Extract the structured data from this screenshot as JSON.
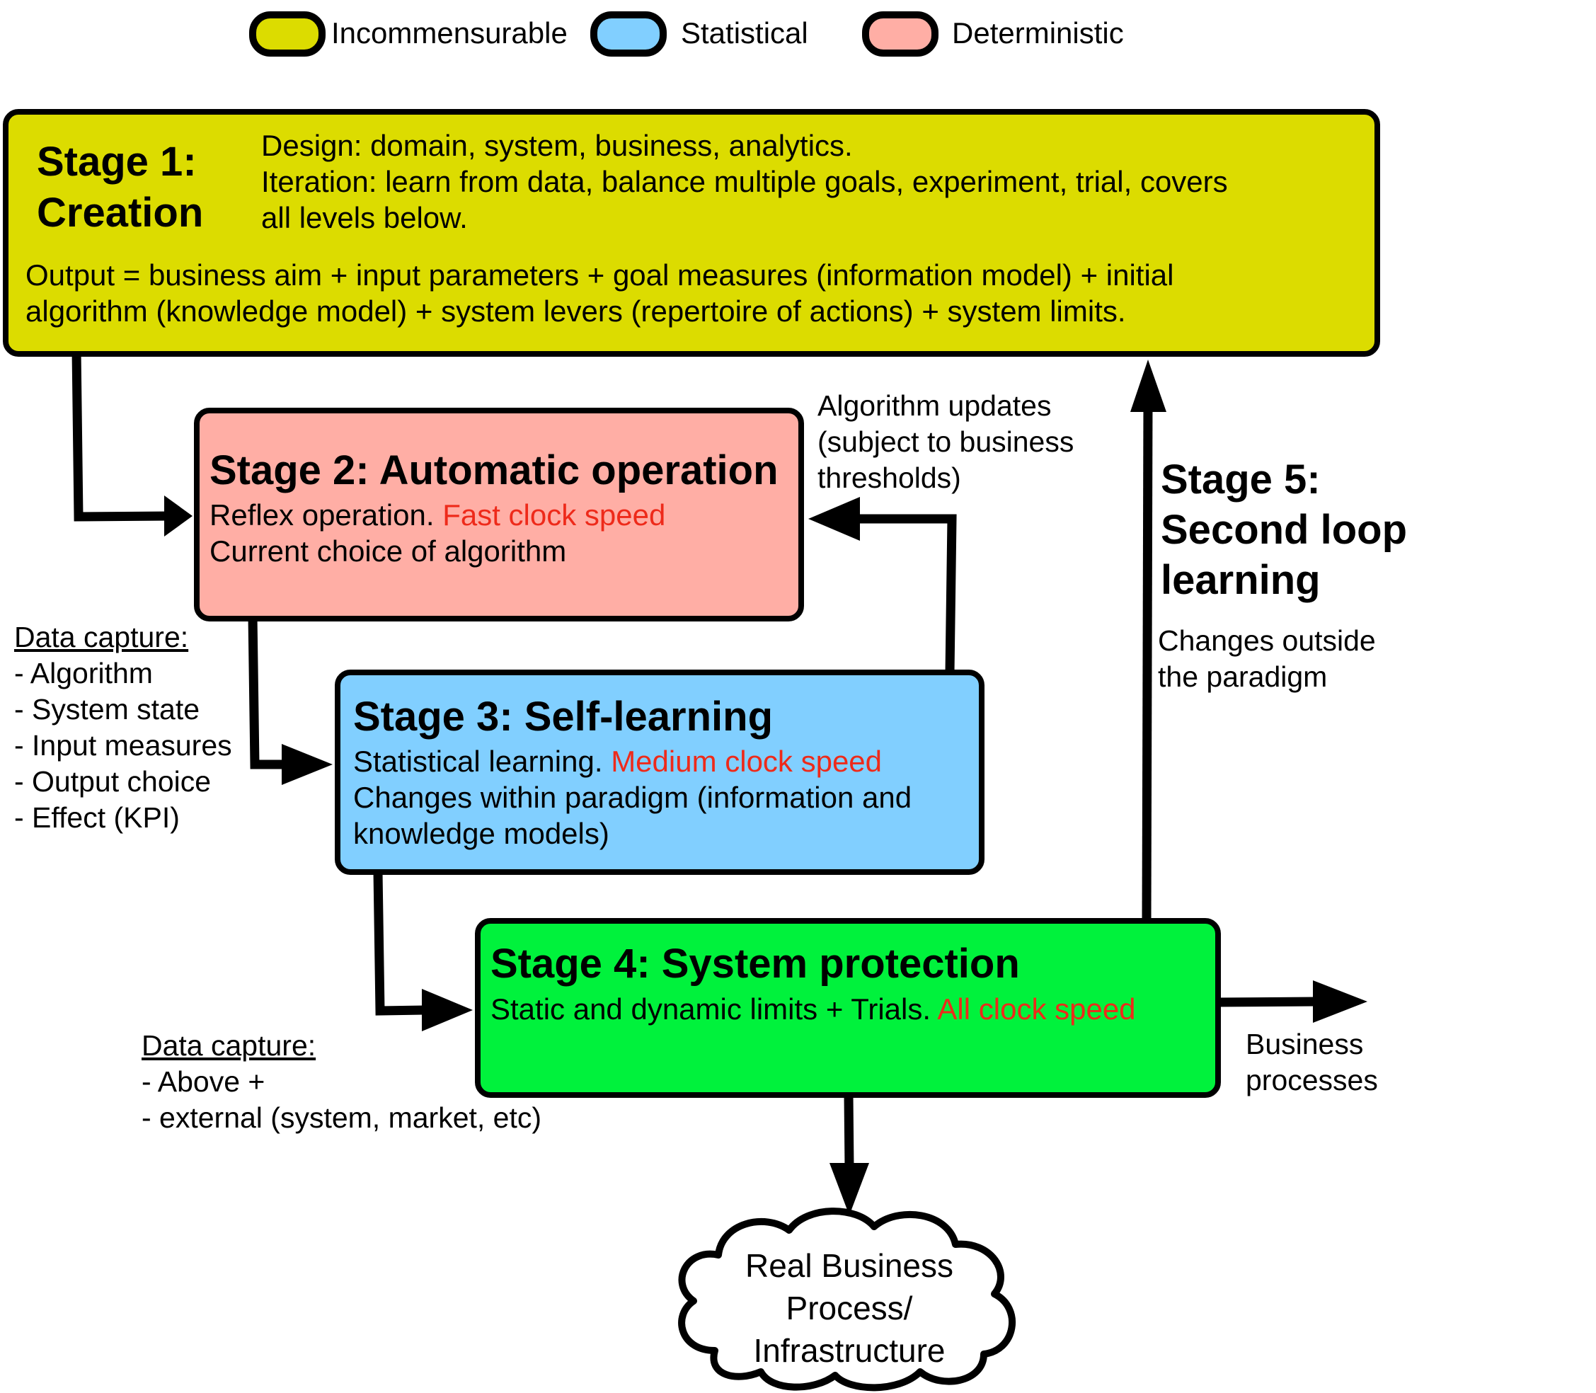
{
  "legend": [
    {
      "label": "Incommensurable",
      "color": "#dcdc00"
    },
    {
      "label": "Statistical",
      "color": "#81cfff"
    },
    {
      "label": "Deterministic",
      "color": "#ffaea5"
    }
  ],
  "colors": {
    "incommensurable": "#dcdc00",
    "statistical": "#81cfff",
    "deterministic": "#ffaea5",
    "protection": "#00f23c",
    "highlight": "#ee2a1a"
  },
  "stage1": {
    "title_line1": "Stage 1:",
    "title_line2": "Creation",
    "design": "Design: domain, system, business, analytics.",
    "iteration_line1": "Iteration: learn from data, balance multiple goals, experiment, trial, covers",
    "iteration_line2": "all levels below.",
    "output_line1": "Output = business aim + input parameters + goal measures (information model) + initial",
    "output_line2": "algorithm (knowledge model) + system levers (repertoire of actions) + system limits."
  },
  "stage2": {
    "title": "Stage 2: Automatic operation",
    "line1": "Reflex operation.",
    "line1_highlight": "Fast clock speed",
    "line2": "Current choice of algorithm"
  },
  "stage3": {
    "title": "Stage 3: Self-learning",
    "line1": "Statistical learning.",
    "line1_highlight": "Medium clock speed",
    "line2": "Changes within paradigm (information and",
    "line3": "knowledge models)"
  },
  "stage4": {
    "title": "Stage 4: System protection",
    "line1": "Static and dynamic limits + Trials.",
    "line1_highlight": "All clock speed"
  },
  "stage5": {
    "title_line1": "Stage 5:",
    "title_line2": "Second loop",
    "title_line3": "learning",
    "sub_line1": "Changes outside",
    "sub_line2": "the paradigm"
  },
  "algorithm_updates": {
    "line1": "Algorithm updates",
    "line2": "(subject to business",
    "line3": "thresholds)"
  },
  "data_capture_1": {
    "heading": "Data capture:",
    "items": [
      "- Algorithm",
      "- System state",
      "- Input measures",
      "- Output choice",
      "- Effect (KPI)"
    ]
  },
  "data_capture_2": {
    "heading": "Data capture:",
    "items": [
      "- Above +",
      "- external (system, market, etc)"
    ]
  },
  "business_processes": {
    "line1": "Business",
    "line2": "processes"
  },
  "cloud": {
    "line1": "Real Business",
    "line2": "Process/",
    "line3": "Infrastructure"
  }
}
